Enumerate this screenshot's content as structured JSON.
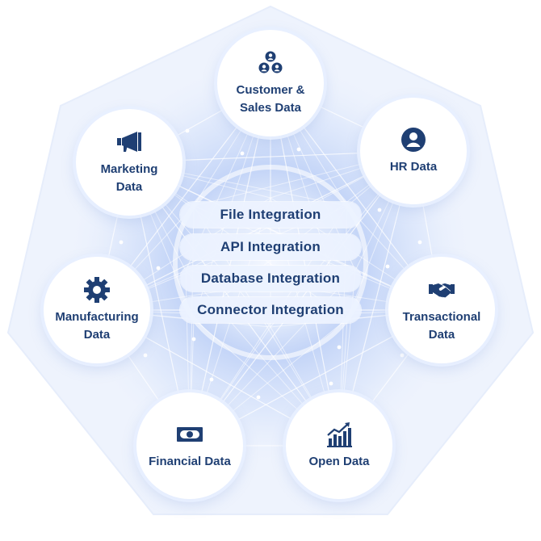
{
  "colors": {
    "text": "#1f3f73",
    "icon": "#1f3f73",
    "heptagon_fill": "#eef3fd",
    "glow": "#9db8f2",
    "line": "#ffffff"
  },
  "integrations": [
    {
      "label": "File Integration"
    },
    {
      "label": "API Integration"
    },
    {
      "label": "Database Integration"
    },
    {
      "label": "Connector Integration"
    }
  ],
  "nodes": [
    {
      "id": "customer-sales",
      "label": "Customer &\nSales Data",
      "icon": "users-group-icon"
    },
    {
      "id": "hr",
      "label": "HR Data",
      "icon": "user-circle-icon"
    },
    {
      "id": "transactional",
      "label": "Transactional\nData",
      "icon": "handshake-icon"
    },
    {
      "id": "open",
      "label": "Open Data",
      "icon": "growth-chart-icon"
    },
    {
      "id": "financial",
      "label": "Financial Data",
      "icon": "banknote-icon"
    },
    {
      "id": "manufacturing",
      "label": "Manufacturing\nData",
      "icon": "gear-icon"
    },
    {
      "id": "marketing",
      "label": "Marketing\nData",
      "icon": "megaphone-icon"
    }
  ]
}
